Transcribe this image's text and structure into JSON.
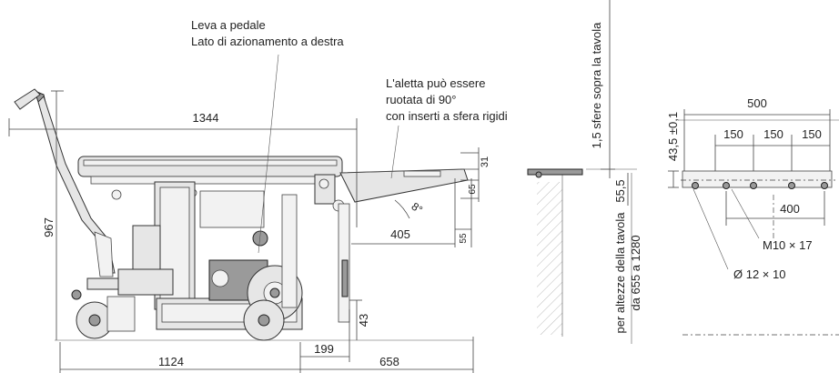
{
  "labels": {
    "pedal_lever": "Leva a pedale",
    "actuation_side": "Lato di azionamento a destra",
    "flap_line1": "L'aletta può essere",
    "flap_line2": "ruotata di 90°",
    "flap_line3": "con inserti a sfera rigidi",
    "balls_above_table": "1,5 sfere sopra la tavola",
    "table_heights_line1": "per altezze della tavola",
    "table_heights_line2": "da 655 a 1280",
    "thread": "M10 × 17",
    "bore": "Ø 12 × 10"
  },
  "dimensions": {
    "overall_length": "1344",
    "overall_height": "967",
    "wheelbase": "1124",
    "extension": "658",
    "offset_199": "199",
    "flap_length": "405",
    "flap_thickness_31": "31",
    "flap_thickness_65": "65",
    "flap_drop_55": "55",
    "ground_43": "43",
    "flap_angle": "8°",
    "ball_offset": "55,5",
    "rail_width": "500",
    "pitch_1": "150",
    "pitch_2": "150",
    "pitch_3": "150",
    "hole_spacing": "400",
    "rail_height": "43,5 ±0,1"
  }
}
